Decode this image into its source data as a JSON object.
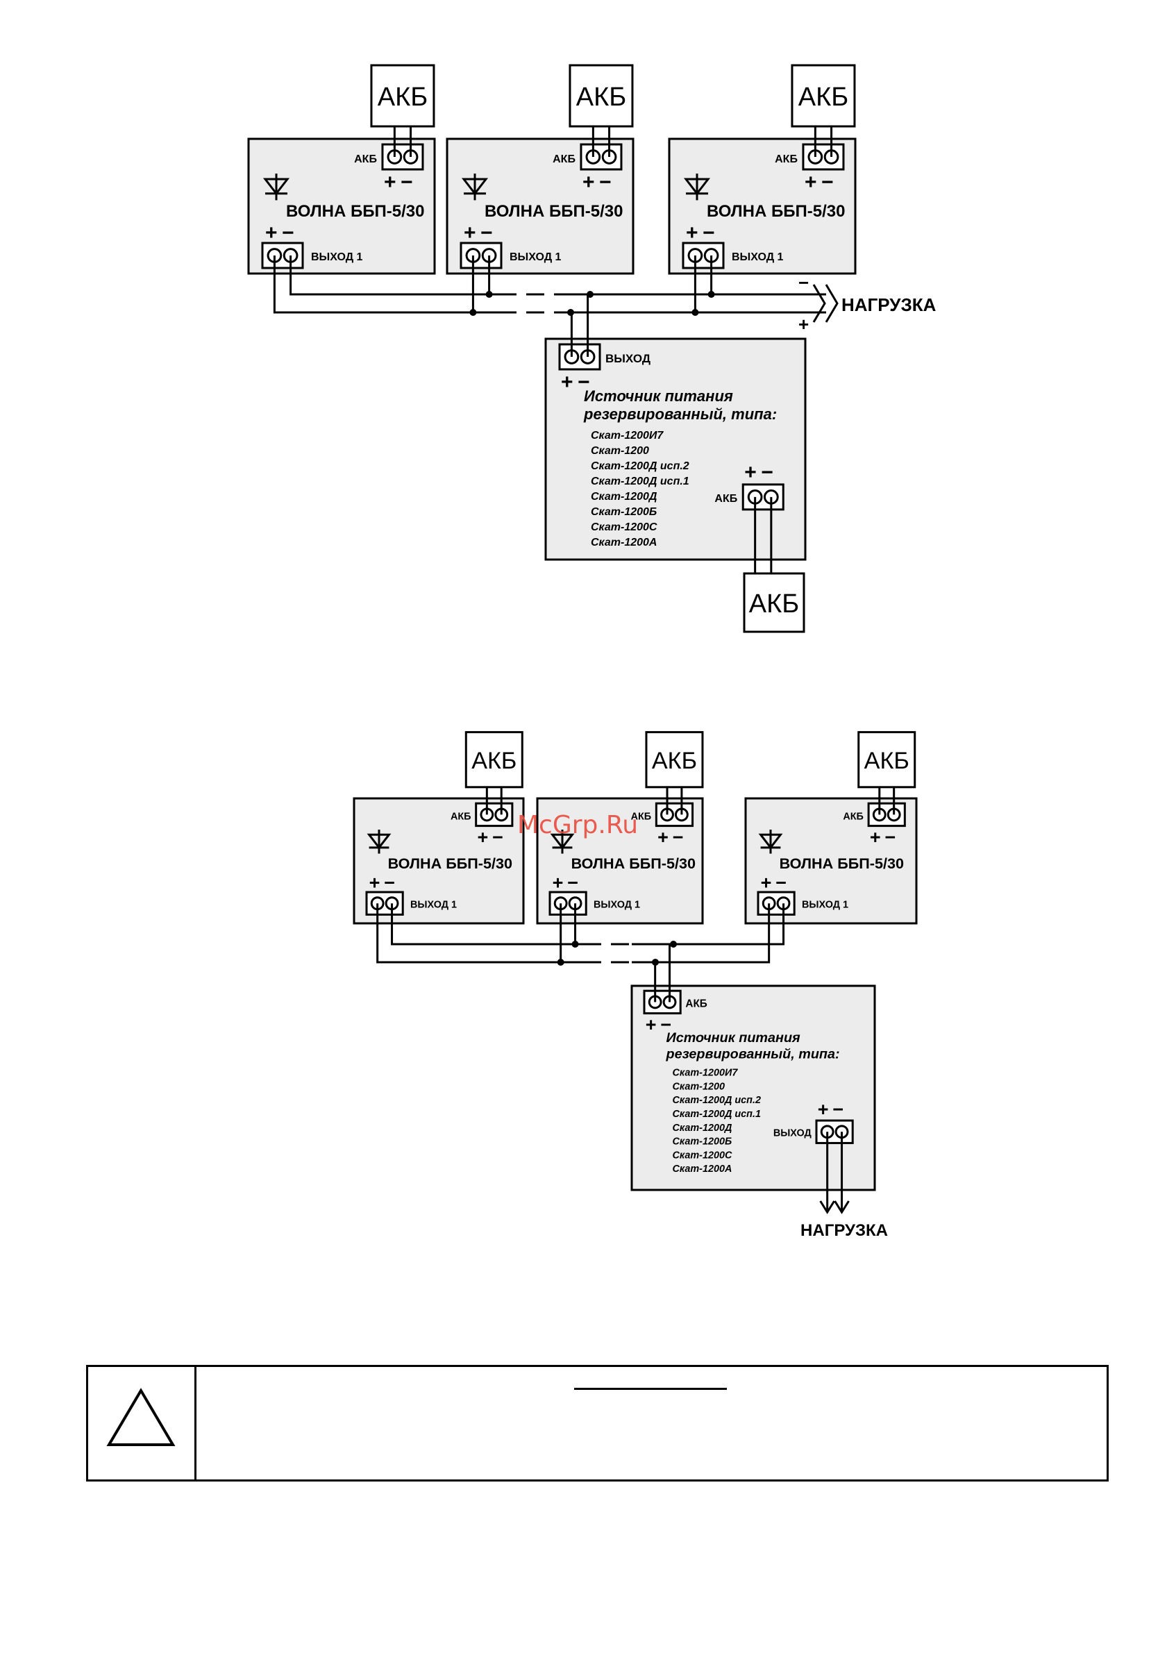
{
  "diagram1": {
    "akb": "АКБ",
    "ups_name": "ВОЛНА ББП-5/30",
    "output1": "ВЫХОД 1",
    "plus": "+",
    "minus": "−",
    "load": "НАГРУЗКА",
    "source_output": "ВЫХОД",
    "source_title_1": "Источник питания",
    "source_title_2": "резервированный, типа:",
    "models": [
      "Скат-1200И7",
      "Скат-1200",
      "Скат-1200Д исп.2",
      "Скат-1200Д исп.1",
      "Скат-1200Д",
      "Скат-1200Б",
      "Скат-1200С",
      "Скат-1200А"
    ]
  },
  "diagram2": {
    "akb": "АКБ",
    "ups_name": "ВОЛНА ББП-5/30",
    "output1": "ВЫХОД 1",
    "plus": "+",
    "minus": "−",
    "load": "НАГРУЗКА",
    "source_output": "ВЫХОД",
    "source_input": "АКБ",
    "source_title_1": "Источник питания",
    "source_title_2": "резервированный, типа:",
    "models": [
      "Скат-1200И7",
      "Скат-1200",
      "Скат-1200Д исп.2",
      "Скат-1200Д исп.1",
      "Скат-1200Д",
      "Скат-1200Б",
      "Скат-1200С",
      "Скат-1200А"
    ]
  },
  "watermark": "McGrp.Ru",
  "note": {
    "icon": "warning-triangle-icon"
  },
  "colors": {
    "line": "#000000",
    "box_fill": "#ececec",
    "watermark": "#e84c3d"
  }
}
